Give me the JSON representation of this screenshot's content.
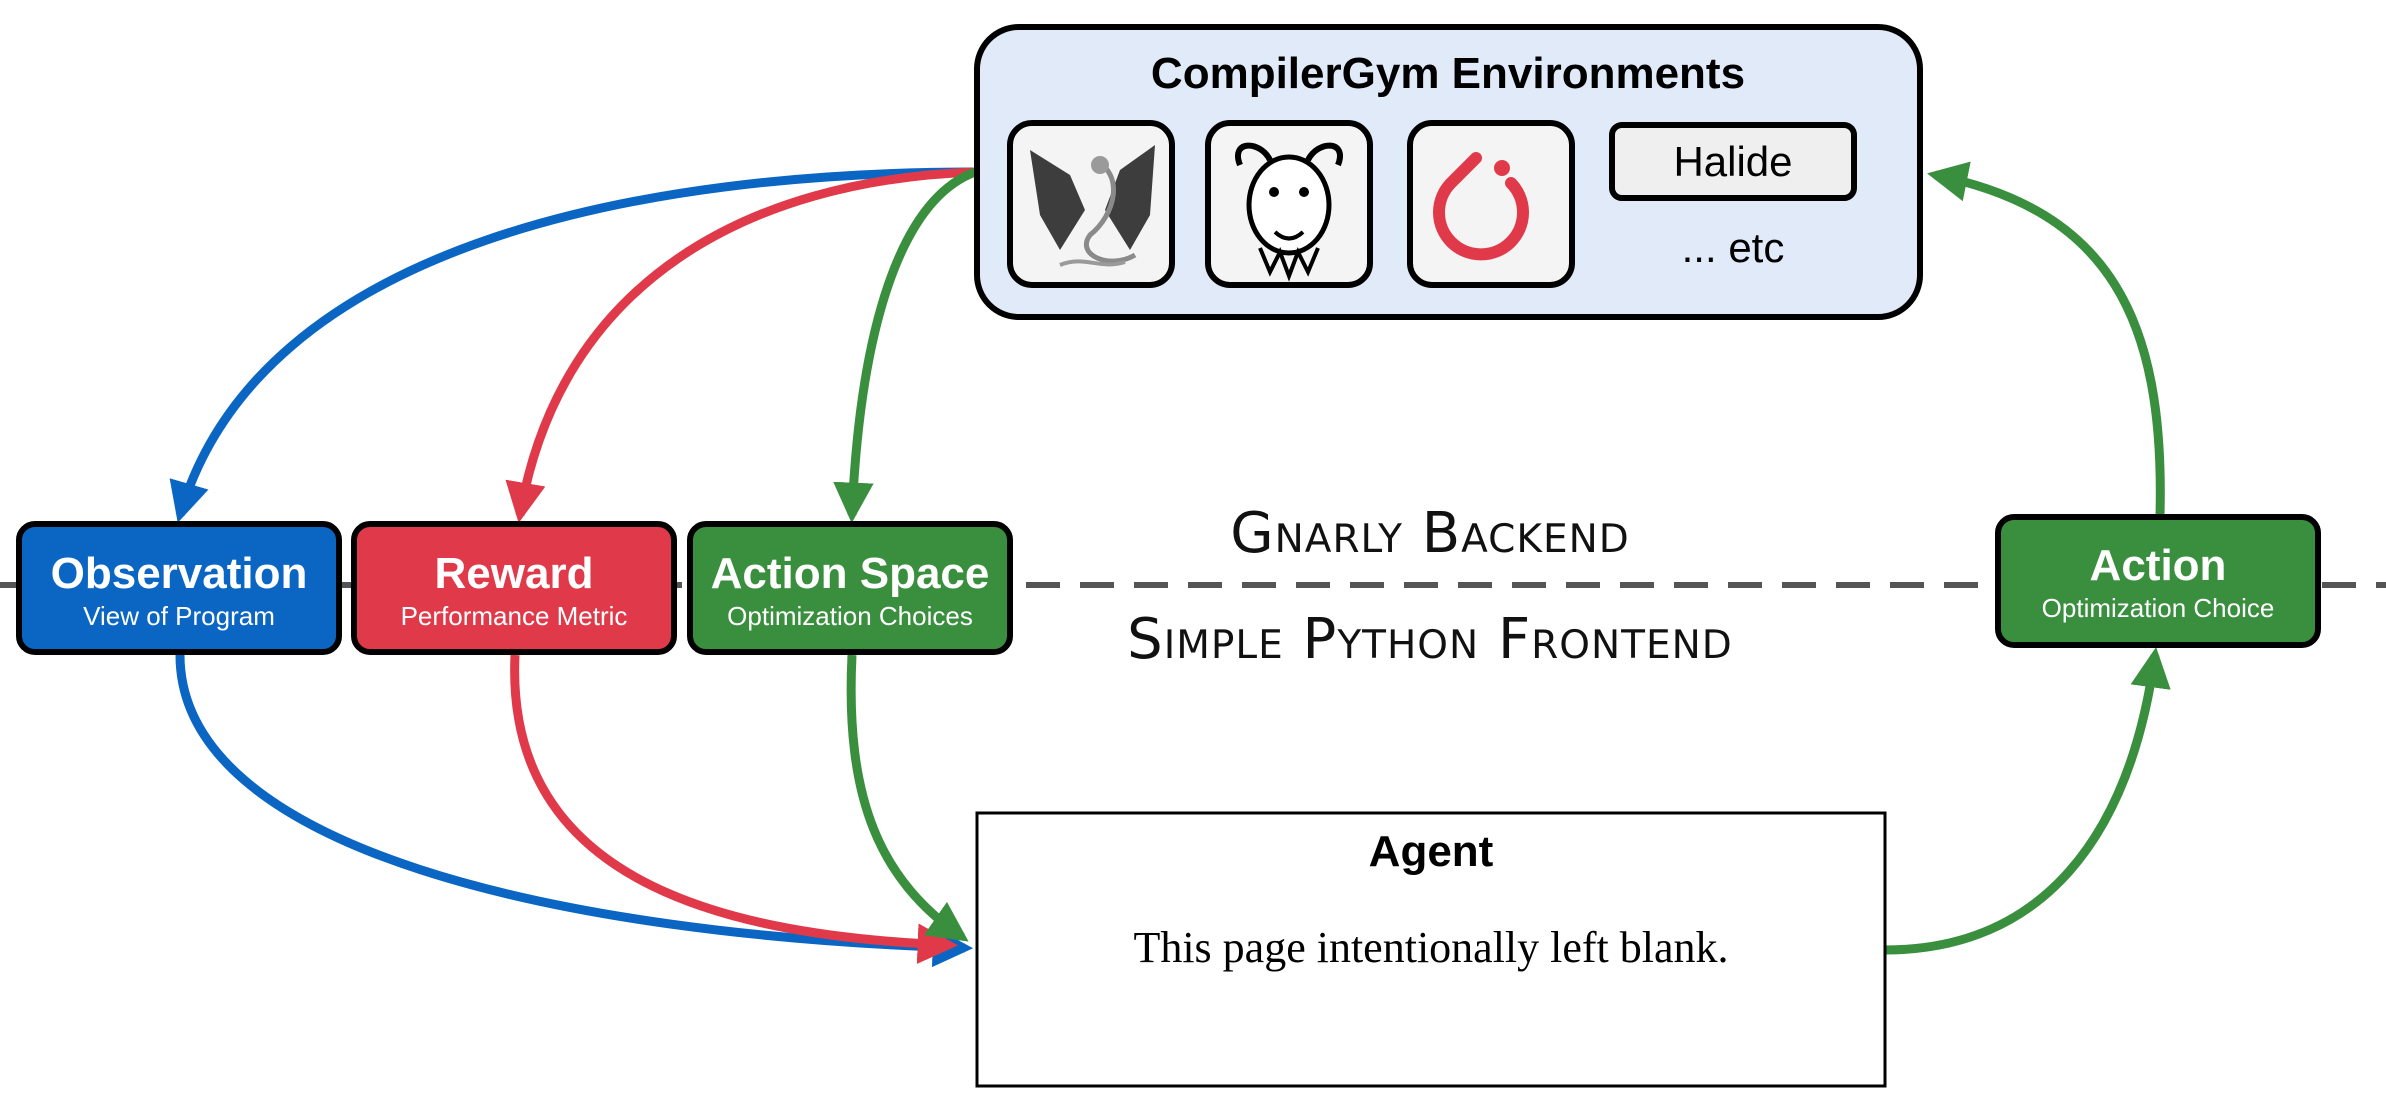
{
  "environments": {
    "title": "CompilerGym Environments",
    "halide_label": "Halide",
    "etc_label": "... etc",
    "icons": [
      "llvm-dragon-icon",
      "gnu-gcc-icon",
      "pytorch-icon"
    ]
  },
  "observation": {
    "title": "Observation",
    "subtitle": "View of Program"
  },
  "reward": {
    "title": "Reward",
    "subtitle": "Performance Metric"
  },
  "action_space": {
    "title": "Action Space",
    "subtitle": "Optimization Choices"
  },
  "action": {
    "title": "Action",
    "subtitle": "Optimization Choice"
  },
  "divider": {
    "upper_label": "Gnarly Backend",
    "lower_label": "Simple Python Frontend"
  },
  "agent": {
    "title": "Agent",
    "body": "This page intentionally left blank."
  },
  "colors": {
    "observation": "#0a66c2",
    "reward": "#e03a4a",
    "action": "#3a8f3e",
    "env_fill": "#e1eaf8",
    "divider": "#555555"
  }
}
